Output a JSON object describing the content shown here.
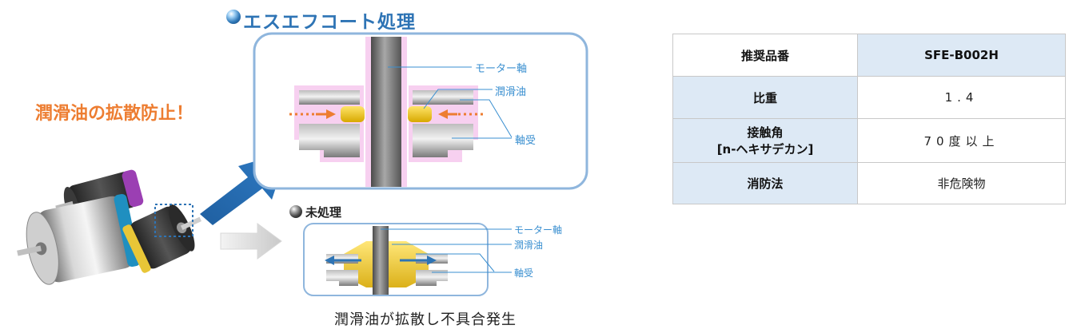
{
  "heading_top": "エスエフコート処理",
  "heading_bottom": "未処理",
  "headline": "潤滑油の拡散防止！",
  "caption": "潤滑油が拡散し不具合発生",
  "labels_top": {
    "shaft": "モーター軸",
    "lubricant": "潤滑油",
    "bearing": "軸受"
  },
  "labels_bottom": {
    "shaft": "モーター軸",
    "lubricant": "潤滑油",
    "bearing": "軸受"
  },
  "table": {
    "rows": [
      {
        "label": "推奨品番",
        "value": "SFE-B002H"
      },
      {
        "label": "比重",
        "value": "1.4"
      },
      {
        "label_line1": "接触角",
        "label_line2": "[n-ヘキサデカン]",
        "value": "70度以上"
      },
      {
        "label": "消防法",
        "value": "非危険物"
      }
    ]
  },
  "colors": {
    "accent_blue": "#2e74b5",
    "orange": "#ed7d31",
    "label_blue": "#3a8fd0",
    "table_fill": "#dde9f5"
  }
}
